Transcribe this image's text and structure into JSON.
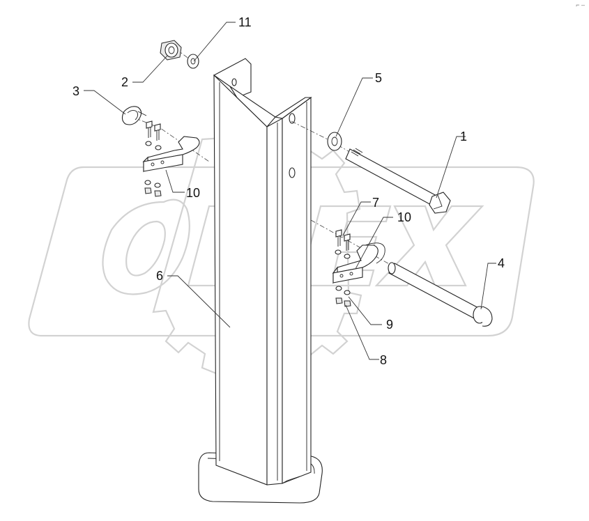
{
  "diagram": {
    "watermark_text": "OPEX",
    "corner_mark": "⌐ –",
    "callouts": [
      {
        "id": "1",
        "label": "1"
      },
      {
        "id": "2",
        "label": "2"
      },
      {
        "id": "3",
        "label": "3"
      },
      {
        "id": "4",
        "label": "4"
      },
      {
        "id": "5",
        "label": "5"
      },
      {
        "id": "6",
        "label": "6"
      },
      {
        "id": "7",
        "label": "7"
      },
      {
        "id": "8",
        "label": "8"
      },
      {
        "id": "9",
        "label": "9"
      },
      {
        "id": "10a",
        "label": "10"
      },
      {
        "id": "10b",
        "label": "10"
      },
      {
        "id": "11",
        "label": "11"
      }
    ]
  },
  "colors": {
    "line": "#222222",
    "watermark": "#d2d2d2",
    "background": "#ffffff"
  }
}
